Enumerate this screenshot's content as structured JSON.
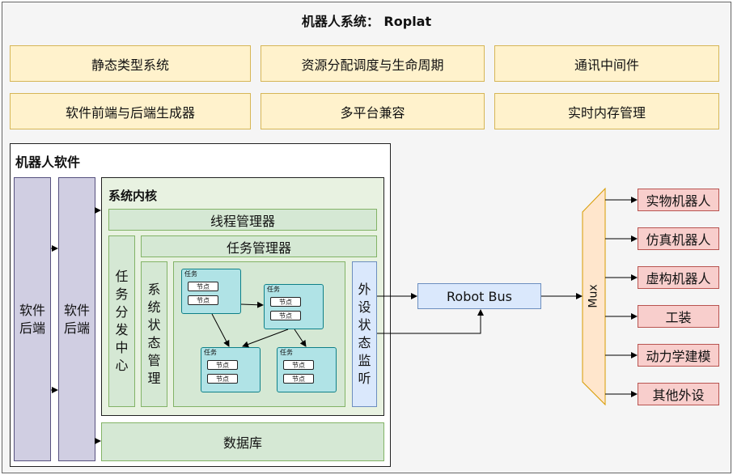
{
  "title": "机器人系统： Roplat",
  "features": {
    "row1": [
      "静态类型系统",
      "资源分配调度与生命周期",
      "通讯中间件"
    ],
    "row2": [
      "软件前端与后端生成器",
      "多平台兼容",
      "实时内存管理"
    ]
  },
  "robot_software": {
    "label": "机器人软件",
    "backend1": "软件后端",
    "backend2": "软件后端",
    "kernel": {
      "label": "系统内核",
      "thread_manager": "线程管理器",
      "task_manager": "任务管理器",
      "dispatch_center": "任务分发中心",
      "state_manager": "系统状态管理",
      "peripheral_monitor": "外设状态监听",
      "task_label": "任务",
      "node_label": "节点"
    },
    "database": "数据库"
  },
  "robot_bus": "Robot Bus",
  "mux": "Mux",
  "outputs": [
    "实物机器人",
    "仿真机器人",
    "虚构机器人",
    "工装",
    "动力学建模",
    "其他外设"
  ]
}
